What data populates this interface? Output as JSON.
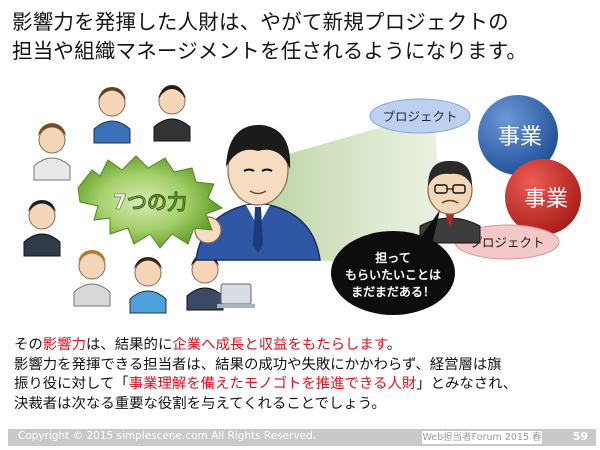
{
  "slide": {
    "headline_line1": "影響力を発揮した人財は、やがて新規プロジェクトの",
    "headline_line2": "担当や組織マネージメントを任されるようになります。"
  },
  "illustration": {
    "seven_powers_label": "7つの力",
    "project_label_1": "プロジェクト",
    "business_label_1": "事業",
    "business_label_2": "事業",
    "project_label_2": "プロジェクト",
    "speech_line1": "担って",
    "speech_line2": "もらいたいことは",
    "speech_line3": "まだまだある！"
  },
  "body": {
    "l1_a": "その",
    "l1_b": "影響力",
    "l1_c": "は、結果的に",
    "l1_d": "企業へ成長と収益をもたらします",
    "l1_e": "。",
    "l2": "影響力を発揮できる担当者は、結果の成功や失敗にかかわらず、経営層は旗",
    "l3_a": "振り役に対して「",
    "l3_b": "事業理解を備えたモノゴトを推進できる人財",
    "l3_c": "」とみなされ、",
    "l4": "決裁者は次なる重要な役割を与えてくれることでしょう。"
  },
  "footer": {
    "copyright": "Copyright © 2015 simplescene.com All Rights Reserved.",
    "forum": "Web担当者Forum 2015 春",
    "page_number": "59"
  },
  "colors": {
    "accent_red": "#e8101d",
    "blue_ball": "#2f65ae",
    "red_ball": "#cc2a26",
    "green_burst": "#6aa62a",
    "footer_gray": "#c9c9c9"
  }
}
